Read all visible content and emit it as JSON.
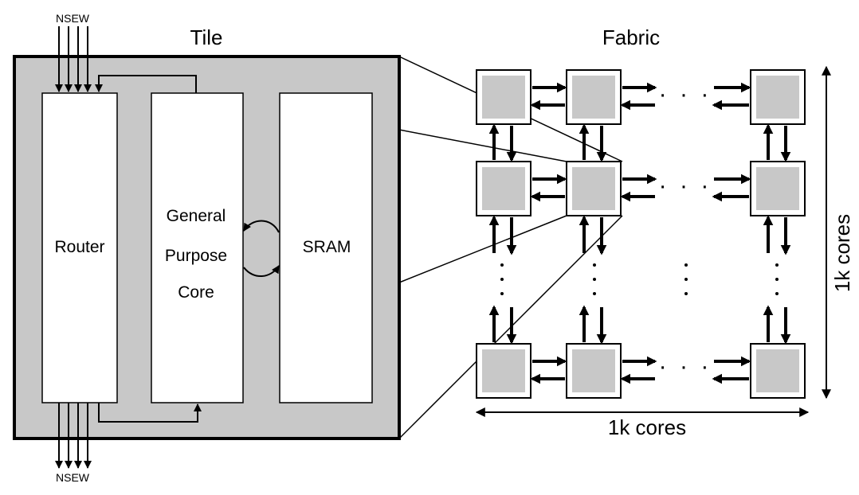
{
  "tile": {
    "title": "Tile",
    "blocks": {
      "router": "Router",
      "core_line1": "General",
      "core_line2": "Purpose",
      "core_line3": "Core",
      "sram": "SRAM"
    },
    "ports_top": "NSEW",
    "ports_bottom": "NSEW"
  },
  "fabric": {
    "title": "Fabric",
    "width_label": "1k cores",
    "height_label": "1k cores",
    "ellipsis": "· · ·"
  },
  "colors": {
    "tile_fill": "#c8c8c8",
    "core_fill": "#c8c8c8",
    "line": "#000000"
  }
}
